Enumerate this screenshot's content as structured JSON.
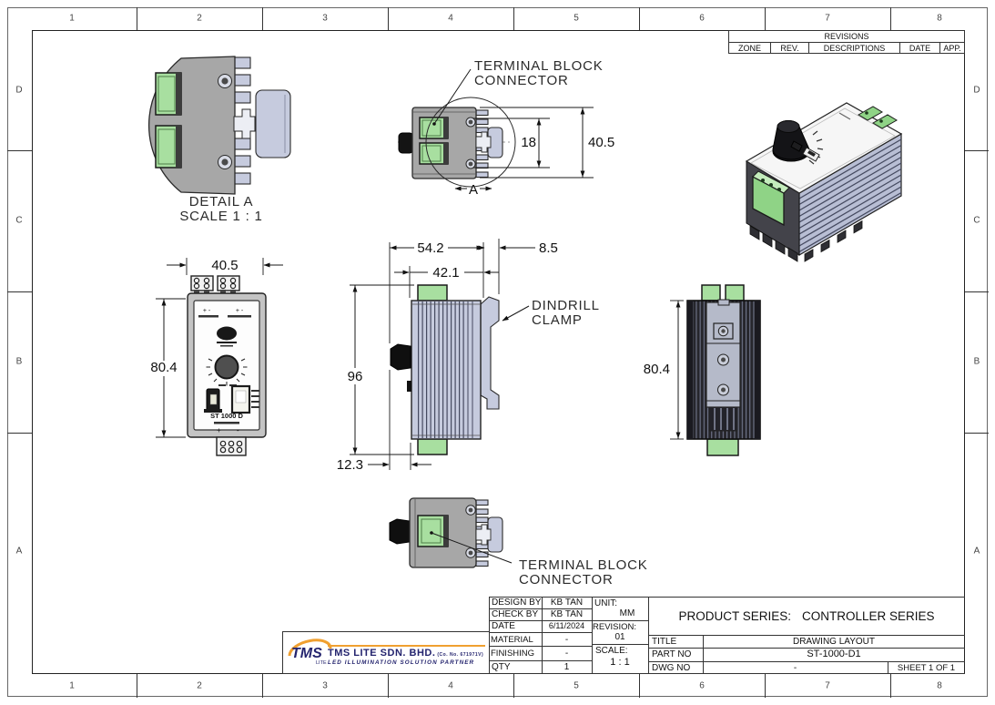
{
  "sheet": {
    "zones_top": [
      "1",
      "2",
      "3",
      "4",
      "5",
      "6",
      "7",
      "8"
    ],
    "zones_bottom": [
      "1",
      "2",
      "3",
      "4",
      "5",
      "6",
      "7",
      "8"
    ],
    "zones_left": [
      "D",
      "C",
      "B",
      "A"
    ],
    "zones_right": [
      "D",
      "C",
      "B",
      "A"
    ]
  },
  "revisions": {
    "title": "REVISIONS",
    "columns": [
      "ZONE",
      "REV.",
      "DESCRIPTIONS",
      "DATE",
      "APP."
    ]
  },
  "callouts": {
    "terminal_top_line1": "TERMINAL BLOCK",
    "terminal_top_line2": "CONNECTOR",
    "terminal_bottom_line1": "TERMINAL BLOCK",
    "terminal_bottom_line2": "CONNECTOR",
    "clamp_line1": "DINDRILL",
    "clamp_line2": "CLAMP",
    "detail_line1": "DETAIL A",
    "detail_line2": "SCALE 1 : 1",
    "detail_marker": "A"
  },
  "dimensions": {
    "top_view_inner": "18",
    "top_view_overall": "40.5",
    "front_width": "40.5",
    "front_height": "80.4",
    "side_overall_width": "54.2",
    "side_body_width": "42.1",
    "side_clamp_offset": "8.5",
    "side_height": "96",
    "side_knob_offset": "12.3",
    "rear_height": "80.4"
  },
  "front_panel": {
    "polarity": "+ -",
    "model": "ST 1000 D",
    "plus": "+",
    "minus": "-"
  },
  "title_block": {
    "design_by_label": "DESIGN BY",
    "design_by_value": "KB TAN",
    "check_by_label": "CHECK BY",
    "check_by_value": "KB TAN",
    "date_label": "DATE",
    "date_value": "6/11/2024",
    "material_label": "MATERIAL",
    "material_value": "-",
    "finishing_label": "FINISHING",
    "finishing_value": "-",
    "qty_label": "QTY",
    "qty_value": "1",
    "unit_label": "UNIT:",
    "unit_value": "MM",
    "revision_label": "REVISION:",
    "revision_value": "01",
    "scale_label": "SCALE:",
    "scale_value": "1 : 1",
    "product_series_label": "PRODUCT SERIES:",
    "product_series_value": "CONTROLLER SERIES",
    "title_label": "TITLE",
    "title_value": "DRAWING LAYOUT",
    "part_no_label": "PART NO",
    "part_no_value": "ST-1000-D1",
    "dwg_no_label": "DWG NO",
    "dwg_no_value": "-",
    "sheet_value": "SHEET 1 OF 1"
  },
  "logo": {
    "brand": "TMS",
    "brand_sub": "LITE",
    "company": "TMS LITE SDN. BHD.",
    "company_suffix": "(Co. No. 671971V)",
    "tagline": "LED ILLUMINATION SOLUTION PARTNER"
  },
  "colors": {
    "terminal_green": "#a8dfa0",
    "body_gray": "#a7a7a7",
    "heatsink_lavender": "#c6cbde",
    "heatsink_dark": "#26262c",
    "logo_navy": "#24246e",
    "logo_orange": "#f0a030"
  }
}
